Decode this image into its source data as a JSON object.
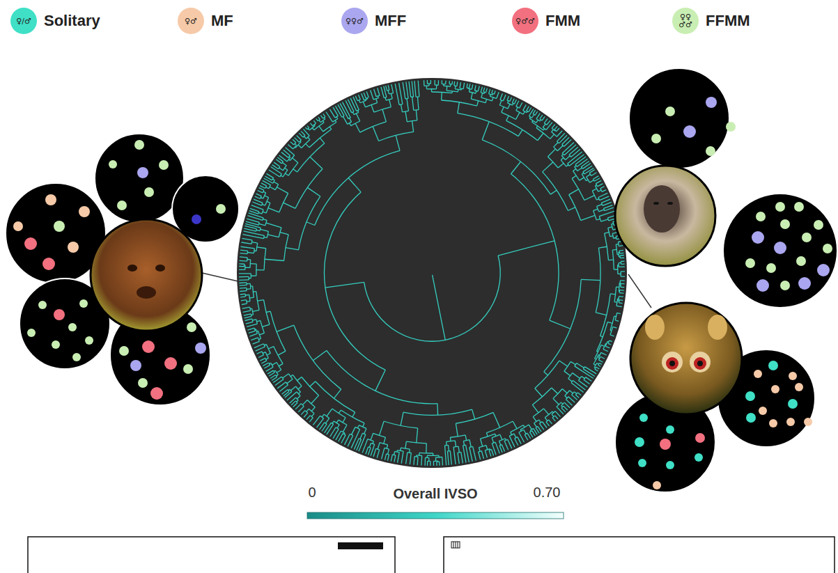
{
  "diagram": {
    "labels": [
      "♀/♂",
      "♀♂",
      "♀♀♂",
      "♀♂♂",
      "♀♀♂♂",
      "0",
      "Overall IVSO",
      "0.70"
    ],
    "legend": [
      {
        "text": "Solitary",
        "color": "#3fe0c6"
      },
      {
        "text": "MF",
        "color": "#f6caa8"
      },
      {
        "text": "MFF",
        "color": "#aaa6ef"
      },
      {
        "text": "FMM",
        "color": "#f2707f"
      },
      {
        "text": "FFMM",
        "color": "#c9eeb3"
      }
    ]
  }
}
